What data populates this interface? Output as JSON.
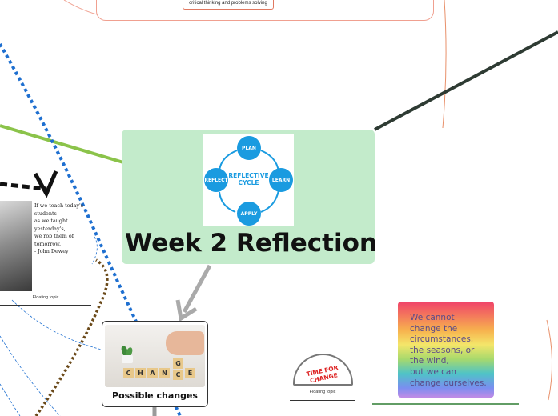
{
  "top_topic": {
    "label": "critical thinking and problems solving"
  },
  "central_topic": {
    "title": "Week 2 Reflection",
    "cycle": {
      "plan": "PLAN",
      "learn": "LEARN",
      "apply": "APPLY",
      "reflect": "REFLECT",
      "center_line1": "REFLECTIVE",
      "center_line2": "CYCLE"
    }
  },
  "quote_topic": {
    "lines": [
      "If we teach today's",
      "students",
      "as we taught",
      "yesterday's,",
      "we rob them of",
      "tomorrow.",
      "- John Dewey"
    ],
    "floating_label": "Floating topic"
  },
  "possible_changes": {
    "label": "Possible changes",
    "tiles": [
      "C",
      "H",
      "A",
      "N",
      "C",
      "E"
    ],
    "raised_tile": "G"
  },
  "time_topic": {
    "sign_text": "TIME FOR CHANGE",
    "floating_label": "Floating topic"
  },
  "rainbow_quote": {
    "lines": [
      "We cannot",
      "change the",
      "circumstances,",
      "the seasons, or",
      "the wind,",
      "but we can",
      "change ourselves."
    ]
  },
  "colors": {
    "central_fill": "#c3ebcb",
    "cycle_blue": "#1a9be0",
    "connector_gray": "#aaaaaa",
    "green_line": "#8bc34a",
    "dark_line": "#2e3b33",
    "dotted_blue": "#1e6fd0",
    "dotted_brown": "#6b4a1a"
  }
}
